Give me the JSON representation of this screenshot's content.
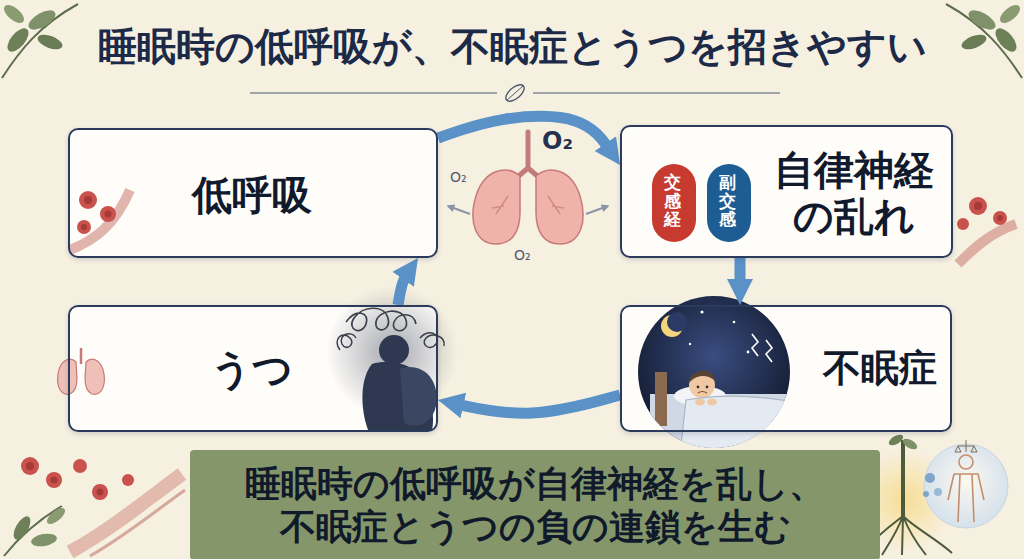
{
  "diagram": {
    "title": "睡眠時の低呼吸が、不眠症とうつを招きやすい",
    "nodes": [
      {
        "text": [
          "低呼吸"
        ]
      },
      {
        "text": [
          "自律神経 の乱れ"
        ]
      },
      {
        "text": [
          "交感経"
        ],
        "in": 1
      },
      {
        "text": [
          "副交感"
        ],
        "in": 1
      },
      {
        "text": [
          "うつ"
        ]
      },
      {
        "text": [
          "不眠症"
        ]
      },
      {
        "text": [
          "睡眠時の低呼吸が自律神経を乱し、 不眠症とうつの負の連鎖を生む"
        ]
      }
    ],
    "edges": [
      {
        "from": 0,
        "to": 1,
        "arrow": "to"
      },
      {
        "from": 1,
        "to": 5,
        "arrow": "to"
      },
      {
        "from": 5,
        "to": 4,
        "arrow": "to"
      },
      {
        "from": 4,
        "to": 0,
        "arrow": "to"
      }
    ],
    "labels": [
      "O₂",
      "O₂",
      "O₂"
    ]
  }
}
